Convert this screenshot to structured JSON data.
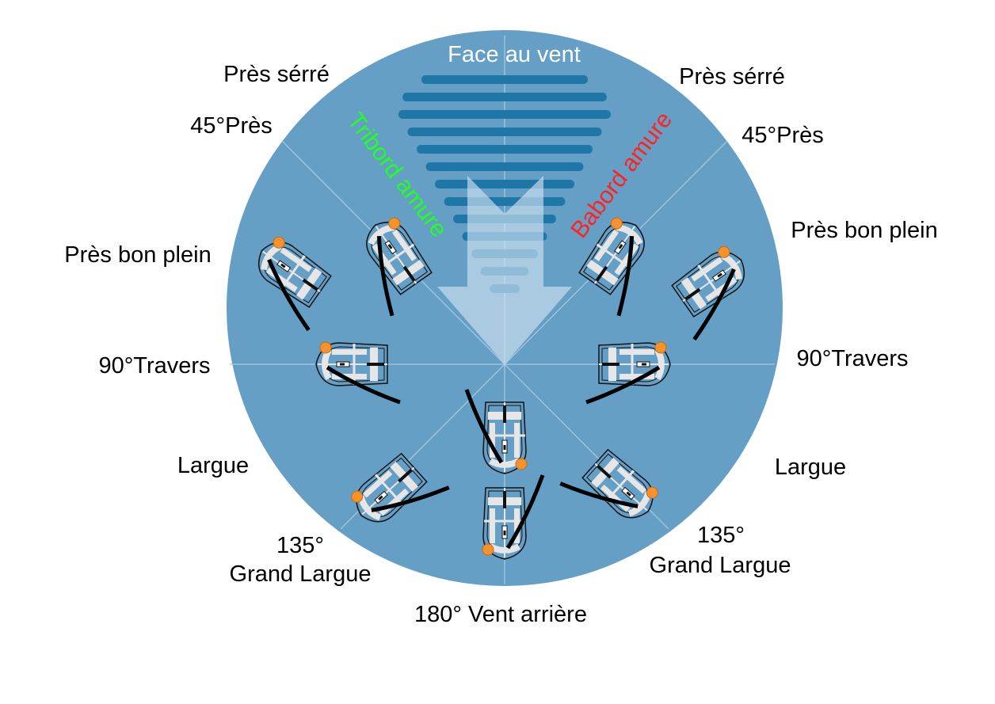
{
  "title": "Face au vent",
  "tacks": {
    "starboard": {
      "label": "Tribord amure",
      "color": "#22ff22"
    },
    "port": {
      "label": "Babord amure",
      "color": "#ff2222"
    }
  },
  "left_labels": {
    "close_hauled": "Près sérré",
    "close_45": "45°Près",
    "close_reach": "Près bon plein",
    "beam_reach": "90°Travers",
    "broad_reach": "Largue",
    "deg135": "135°",
    "grand_largue": "Grand Largue"
  },
  "right_labels": {
    "close_hauled": "Près sérré",
    "close_45": "45°Près",
    "close_reach": "Près bon plein",
    "beam_reach": "90°Travers",
    "broad_reach": "Largue",
    "deg135": "135°",
    "grand_largue": "Grand Largue"
  },
  "bottom_label": "180° Vent arrière",
  "colors": {
    "water": "#659fc5",
    "no_go_stripes": "#1f77a8",
    "wind_arrow": "#b7d4e8",
    "crew": "#f7932f",
    "deck": "#e6e6e6"
  }
}
